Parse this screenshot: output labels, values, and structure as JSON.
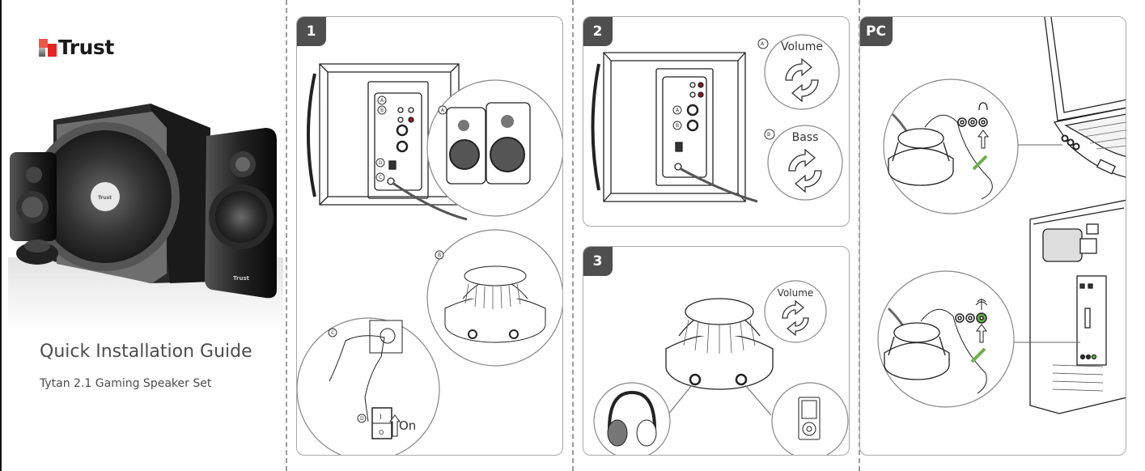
{
  "brand": {
    "name": "Trust",
    "colors": {
      "accent_red": "#e52420",
      "badge_gray": "#4f4f4f",
      "jack_green": "#6ab04c"
    }
  },
  "cover": {
    "title": "Quick Installation Guide",
    "subtitle": "Tytan 2.1 Gaming Speaker Set",
    "photo_alt": "Tytan 2.1 subwoofer with two satellite speakers and control pod",
    "photo_logo": "Trust"
  },
  "steps": [
    {
      "badge": "1",
      "callouts": [
        "A",
        "B",
        "D",
        "C"
      ],
      "zoom_callouts": {
        "satellites": "A",
        "control_pod": "B",
        "plug": "C",
        "switch": "D"
      },
      "switch_labels": {
        "on_symbol": "I",
        "off_symbol": "O",
        "state": "On"
      },
      "icons": [
        "subwoofer-back-panel",
        "satellite-speakers",
        "control-pod",
        "power-plug",
        "power-switch"
      ]
    },
    {
      "badge": "2",
      "callouts": [
        "A",
        "B"
      ],
      "dials": [
        {
          "callout": "A",
          "label": "Volume",
          "icon": "rotate-icon"
        },
        {
          "callout": "B",
          "label": "Bass",
          "icon": "rotate-icon"
        }
      ]
    },
    {
      "badge": "3",
      "dial": {
        "label": "Volume",
        "icon": "rotate-icon"
      },
      "devices": [
        "headphones",
        "mp3-player"
      ]
    },
    {
      "badge": "PC",
      "devices": [
        "laptop",
        "desktop-tower"
      ],
      "jacks": [
        "headphone-jack",
        "line-out-jack"
      ]
    }
  ]
}
